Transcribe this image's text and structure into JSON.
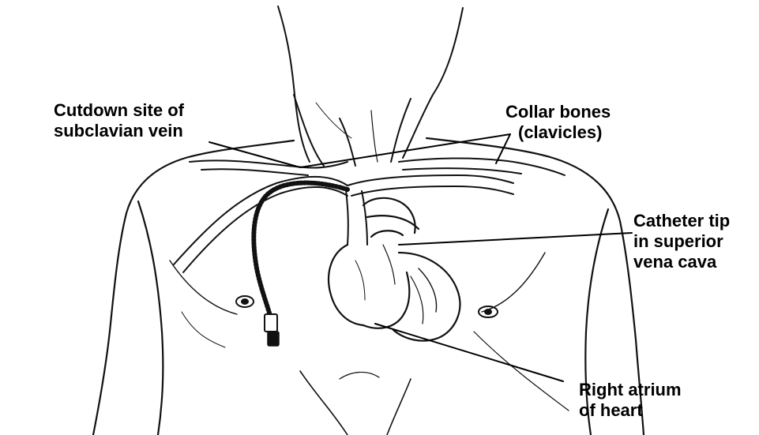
{
  "labels": {
    "cutdown": {
      "line1": "Cutdown site of",
      "line2": "subclavian vein"
    },
    "collar": {
      "line1": "Collar bones",
      "line2": "(clavicles)"
    },
    "catheter": {
      "line1": "Catheter tip",
      "line2": "in superior",
      "line3": "vena cava"
    },
    "atrium": {
      "line1": "Right atrium",
      "line2": "of heart"
    }
  },
  "colors": {
    "ink": "#111111",
    "leader": "#000000",
    "background": "#ffffff"
  }
}
